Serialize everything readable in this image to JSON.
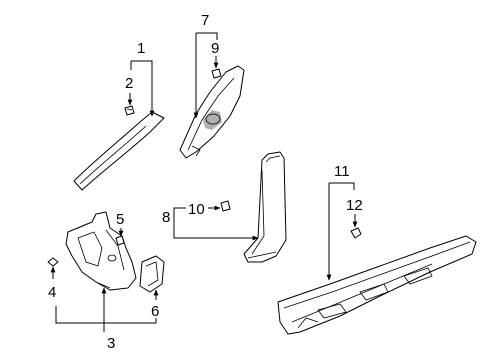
{
  "callouts": {
    "n1": "1",
    "n2": "2",
    "n3": "3",
    "n4": "4",
    "n5": "5",
    "n6": "6",
    "n7": "7",
    "n8": "8",
    "n9": "9",
    "n10": "10",
    "n11": "11",
    "n12": "12"
  }
}
